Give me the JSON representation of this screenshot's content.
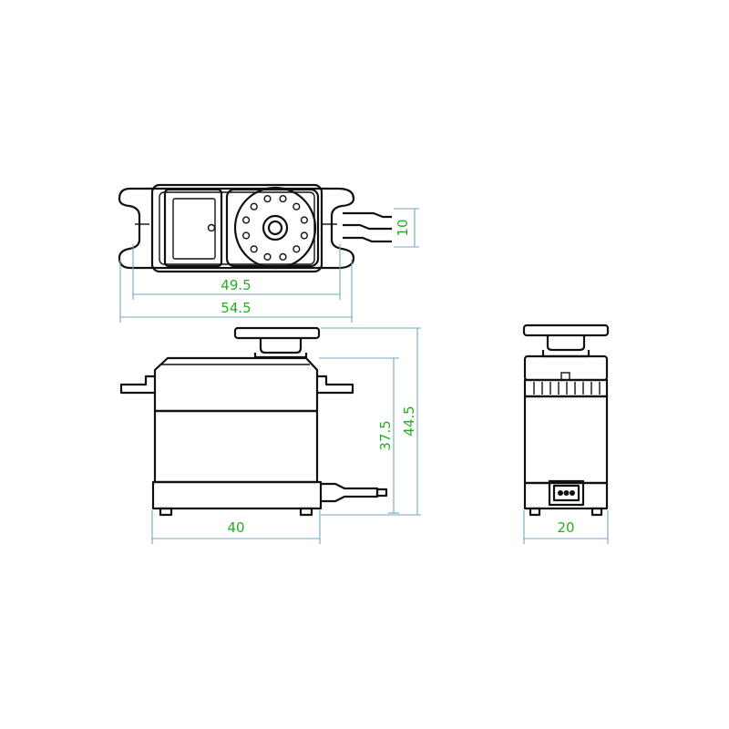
{
  "colors": {
    "outline": "#111111",
    "dimension_line": "#6fa8bf",
    "dimension_text": "#22b022",
    "background": "#ffffff"
  },
  "dimensions": {
    "top_cable_height": "10",
    "top_screw_spacing": "49.5",
    "top_overall_width": "54.5",
    "front_body_height": "37.5",
    "front_overall_height": "44.5",
    "front_body_width": "40",
    "side_body_depth": "20"
  }
}
